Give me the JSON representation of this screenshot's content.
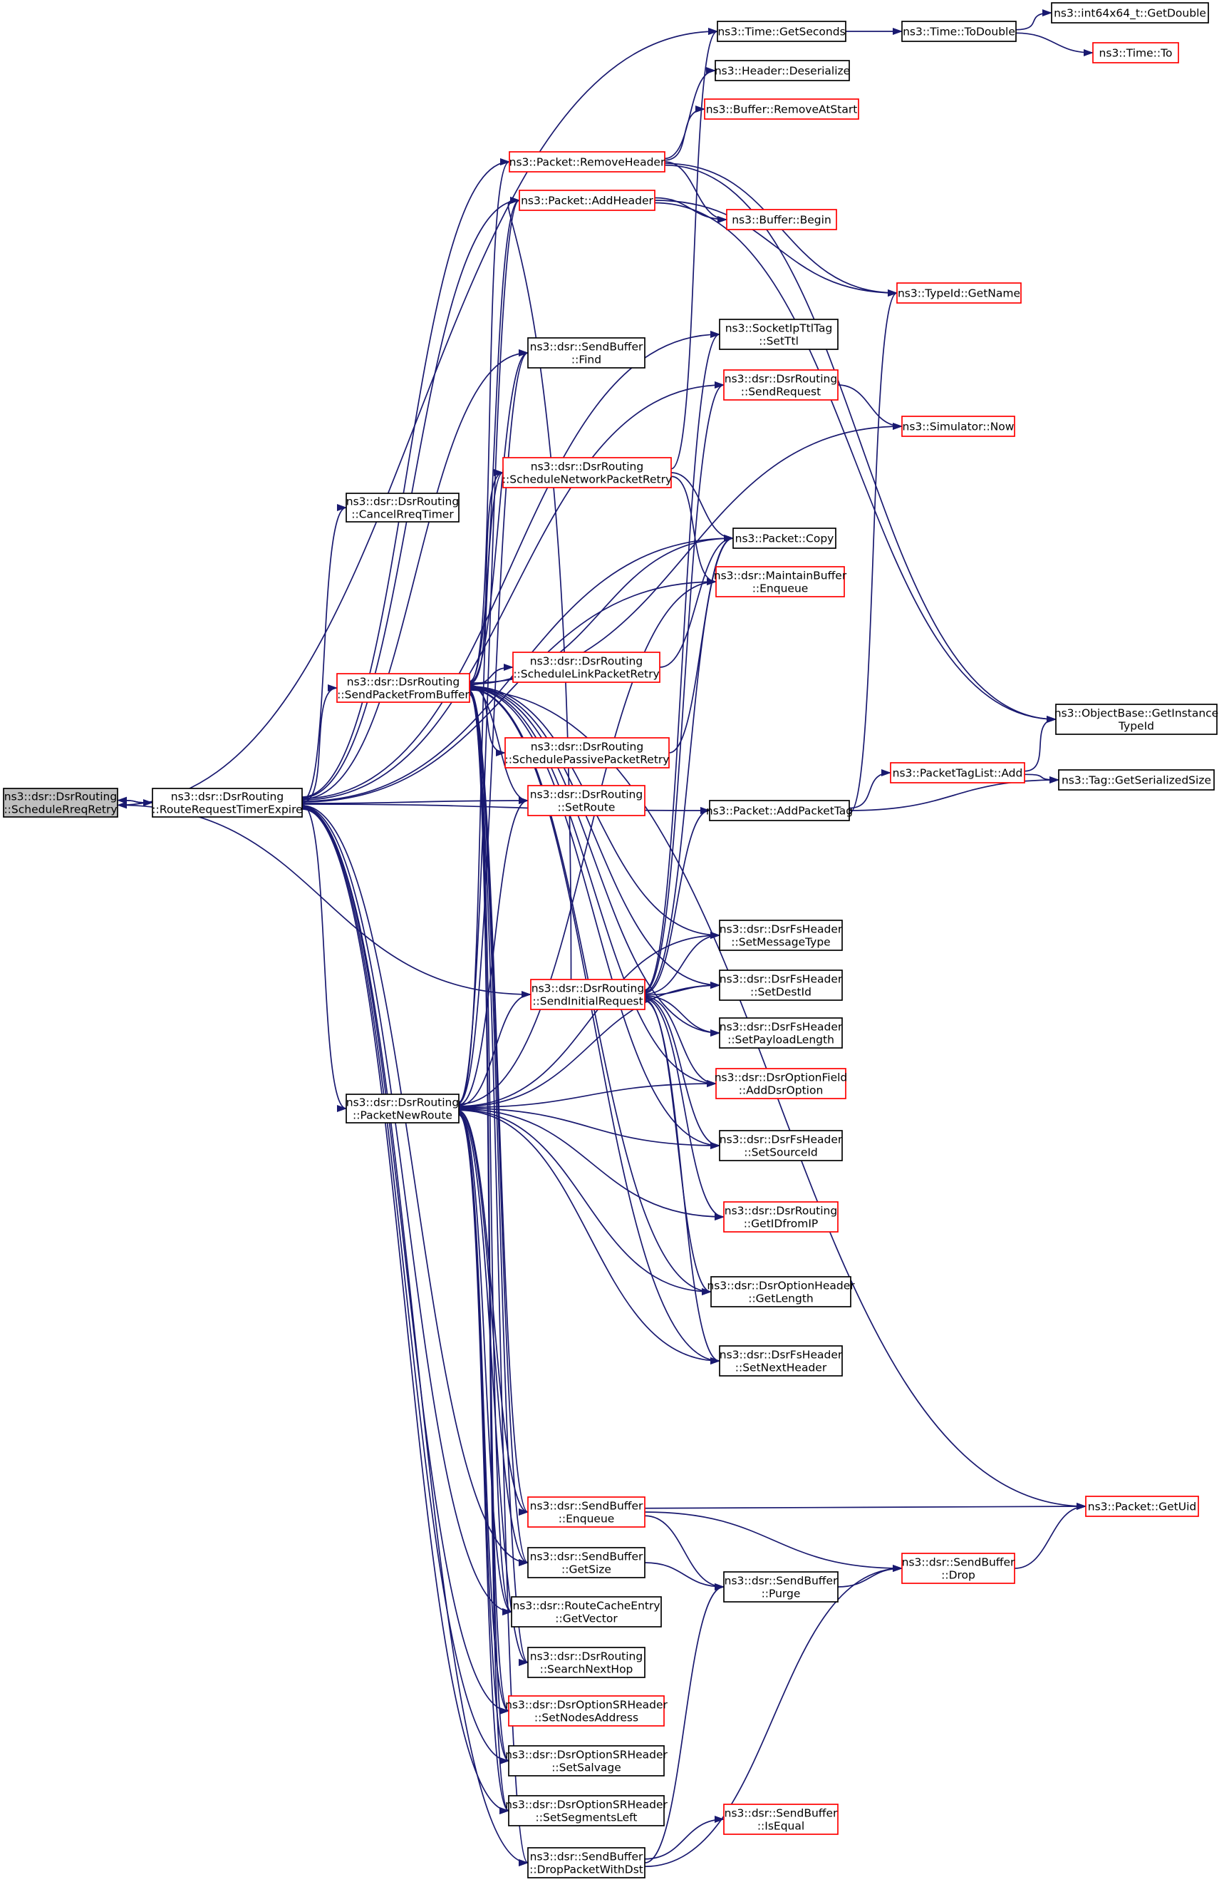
{
  "colors": {
    "edge": "#191970",
    "node_border_default": "#000000",
    "node_border_truncated": "#ff0000",
    "node_fill_default": "#ffffff",
    "node_fill_focus": "#bfbfbf"
  },
  "nodes": [
    {
      "id": "ScheduleRreqRetry",
      "lines": [
        "ns3::dsr::DsrRouting",
        "::ScheduleRreqRetry"
      ],
      "style": "focus"
    },
    {
      "id": "RouteRequestTimerExpire",
      "lines": [
        "ns3::dsr::DsrRouting",
        "::RouteRequestTimerExpire"
      ],
      "style": "normal"
    },
    {
      "id": "SendPacketFromBuffer",
      "lines": [
        "ns3::dsr::DsrRouting",
        "::SendPacketFromBuffer"
      ],
      "style": "red"
    },
    {
      "id": "PacketNewRoute",
      "lines": [
        "ns3::dsr::DsrRouting",
        "::PacketNewRoute"
      ],
      "style": "normal"
    },
    {
      "id": "CancelRreqTimer",
      "lines": [
        "ns3::dsr::DsrRouting",
        "::CancelRreqTimer"
      ],
      "style": "normal"
    },
    {
      "id": "TimeGetSeconds",
      "lines": [
        "ns3::Time::GetSeconds"
      ],
      "style": "normal"
    },
    {
      "id": "TimeToDouble",
      "lines": [
        "ns3::Time::ToDouble"
      ],
      "style": "normal"
    },
    {
      "id": "Int64GetDouble",
      "lines": [
        "ns3::int64x64_t::GetDouble"
      ],
      "style": "normal"
    },
    {
      "id": "TimeTo",
      "lines": [
        "ns3::Time::To"
      ],
      "style": "red"
    },
    {
      "id": "HeaderDeserialize",
      "lines": [
        "ns3::Header::Deserialize"
      ],
      "style": "normal"
    },
    {
      "id": "BufferRemoveAtStart",
      "lines": [
        "ns3::Buffer::RemoveAtStart"
      ],
      "style": "red"
    },
    {
      "id": "PacketRemoveHeader",
      "lines": [
        "ns3::Packet::RemoveHeader"
      ],
      "style": "red"
    },
    {
      "id": "PacketAddHeader",
      "lines": [
        "ns3::Packet::AddHeader"
      ],
      "style": "red"
    },
    {
      "id": "BufferBegin",
      "lines": [
        "ns3::Buffer::Begin"
      ],
      "style": "red"
    },
    {
      "id": "TypeIdGetName",
      "lines": [
        "ns3::TypeId::GetName"
      ],
      "style": "red"
    },
    {
      "id": "SocketIpTtlTagSetTtl",
      "lines": [
        "ns3::SocketIpTtlTag",
        "::SetTtl"
      ],
      "style": "normal"
    },
    {
      "id": "SendBufferFind",
      "lines": [
        "ns3::dsr::SendBuffer",
        "::Find"
      ],
      "style": "normal"
    },
    {
      "id": "SendRequest",
      "lines": [
        "ns3::dsr::DsrRouting",
        "::SendRequest"
      ],
      "style": "red"
    },
    {
      "id": "SimulatorNow",
      "lines": [
        "ns3::Simulator::Now"
      ],
      "style": "red"
    },
    {
      "id": "ScheduleNetworkPacketRetry",
      "lines": [
        "ns3::dsr::DsrRouting",
        "::ScheduleNetworkPacketRetry"
      ],
      "style": "red"
    },
    {
      "id": "PacketCopy",
      "lines": [
        "ns3::Packet::Copy"
      ],
      "style": "normal"
    },
    {
      "id": "MaintainBufferEnqueue",
      "lines": [
        "ns3::dsr::MaintainBuffer",
        "::Enqueue"
      ],
      "style": "red"
    },
    {
      "id": "ScheduleLinkPacketRetry",
      "lines": [
        "ns3::dsr::DsrRouting",
        "::ScheduleLinkPacketRetry"
      ],
      "style": "red"
    },
    {
      "id": "ObjectBaseGetInstanceTypeId",
      "lines": [
        "ns3::ObjectBase::GetInstance",
        "TypeId"
      ],
      "style": "normal"
    },
    {
      "id": "SchedulePassivePacketRetry",
      "lines": [
        "ns3::dsr::DsrRouting",
        "::SchedulePassivePacketRetry"
      ],
      "style": "red"
    },
    {
      "id": "PacketTagListAdd",
      "lines": [
        "ns3::PacketTagList::Add"
      ],
      "style": "red"
    },
    {
      "id": "TagGetSerializedSize",
      "lines": [
        "ns3::Tag::GetSerializedSize"
      ],
      "style": "normal"
    },
    {
      "id": "SetRoute",
      "lines": [
        "ns3::dsr::DsrRouting",
        "::SetRoute"
      ],
      "style": "red"
    },
    {
      "id": "PacketAddPacketTag",
      "lines": [
        "ns3::Packet::AddPacketTag"
      ],
      "style": "normal"
    },
    {
      "id": "SetMessageType",
      "lines": [
        "ns3::dsr::DsrFsHeader",
        "::SetMessageType"
      ],
      "style": "normal"
    },
    {
      "id": "SendInitialRequest",
      "lines": [
        "ns3::dsr::DsrRouting",
        "::SendInitialRequest"
      ],
      "style": "red"
    },
    {
      "id": "SetDestId",
      "lines": [
        "ns3::dsr::DsrFsHeader",
        "::SetDestId"
      ],
      "style": "normal"
    },
    {
      "id": "SetPayloadLength",
      "lines": [
        "ns3::dsr::DsrFsHeader",
        "::SetPayloadLength"
      ],
      "style": "normal"
    },
    {
      "id": "AddDsrOption",
      "lines": [
        "ns3::dsr::DsrOptionField",
        "::AddDsrOption"
      ],
      "style": "red"
    },
    {
      "id": "SetSourceId",
      "lines": [
        "ns3::dsr::DsrFsHeader",
        "::SetSourceId"
      ],
      "style": "normal"
    },
    {
      "id": "GetIDfromIP",
      "lines": [
        "ns3::dsr::DsrRouting",
        "::GetIDfromIP"
      ],
      "style": "red"
    },
    {
      "id": "DsrOptionHeaderGetLength",
      "lines": [
        "ns3::dsr::DsrOptionHeader",
        "::GetLength"
      ],
      "style": "normal"
    },
    {
      "id": "SetNextHeader",
      "lines": [
        "ns3::dsr::DsrFsHeader",
        "::SetNextHeader"
      ],
      "style": "normal"
    },
    {
      "id": "SendBufferEnqueue",
      "lines": [
        "ns3::dsr::SendBuffer",
        "::Enqueue"
      ],
      "style": "red"
    },
    {
      "id": "PacketGetUid",
      "lines": [
        "ns3::Packet::GetUid"
      ],
      "style": "red"
    },
    {
      "id": "SendBufferGetSize",
      "lines": [
        "ns3::dsr::SendBuffer",
        "::GetSize"
      ],
      "style": "normal"
    },
    {
      "id": "SendBufferDrop",
      "lines": [
        "ns3::dsr::SendBuffer",
        "::Drop"
      ],
      "style": "red"
    },
    {
      "id": "SendBufferPurge",
      "lines": [
        "ns3::dsr::SendBuffer",
        "::Purge"
      ],
      "style": "normal"
    },
    {
      "id": "RouteCacheEntryGetVector",
      "lines": [
        "ns3::dsr::RouteCacheEntry",
        "::GetVector"
      ],
      "style": "normal"
    },
    {
      "id": "SearchNextHop",
      "lines": [
        "ns3::dsr::DsrRouting",
        "::SearchNextHop"
      ],
      "style": "normal"
    },
    {
      "id": "SetNodesAddress",
      "lines": [
        "ns3::dsr::DsrOptionSRHeader",
        "::SetNodesAddress"
      ],
      "style": "red"
    },
    {
      "id": "SetSalvage",
      "lines": [
        "ns3::dsr::DsrOptionSRHeader",
        "::SetSalvage"
      ],
      "style": "normal"
    },
    {
      "id": "SetSegmentsLeft",
      "lines": [
        "ns3::dsr::DsrOptionSRHeader",
        "::SetSegmentsLeft"
      ],
      "style": "normal"
    },
    {
      "id": "SendBufferIsEqual",
      "lines": [
        "ns3::dsr::SendBuffer",
        "::IsEqual"
      ],
      "style": "red"
    },
    {
      "id": "DropPacketWithDst",
      "lines": [
        "ns3::dsr::SendBuffer",
        "::DropPacketWithDst"
      ],
      "style": "normal"
    }
  ],
  "edges": [
    [
      "RouteRequestTimerExpire",
      "ScheduleRreqRetry"
    ],
    [
      "SendInitialRequest",
      "ScheduleRreqRetry"
    ],
    [
      "ScheduleRreqRetry",
      "RouteRequestTimerExpire"
    ],
    [
      "ScheduleRreqRetry",
      "TimeGetSeconds"
    ],
    [
      "TimeGetSeconds",
      "TimeToDouble"
    ],
    [
      "TimeToDouble",
      "Int64GetDouble"
    ],
    [
      "TimeToDouble",
      "TimeTo"
    ],
    [
      "RouteRequestTimerExpire",
      "PacketRemoveHeader"
    ],
    [
      "RouteRequestTimerExpire",
      "PacketAddHeader"
    ],
    [
      "RouteRequestTimerExpire",
      "SocketIpTtlTagSetTtl"
    ],
    [
      "RouteRequestTimerExpire",
      "SendBufferFind"
    ],
    [
      "RouteRequestTimerExpire",
      "SendRequest"
    ],
    [
      "RouteRequestTimerExpire",
      "CancelRreqTimer"
    ],
    [
      "RouteRequestTimerExpire",
      "PacketCopy"
    ],
    [
      "RouteRequestTimerExpire",
      "MaintainBufferEnqueue"
    ],
    [
      "RouteRequestTimerExpire",
      "SendPacketFromBuffer"
    ],
    [
      "RouteRequestTimerExpire",
      "SetRoute"
    ],
    [
      "RouteRequestTimerExpire",
      "PacketAddPacketTag"
    ],
    [
      "RouteRequestTimerExpire",
      "PacketNewRoute"
    ],
    [
      "RouteRequestTimerExpire",
      "SendBufferGetSize"
    ],
    [
      "RouteRequestTimerExpire",
      "RouteCacheEntryGetVector"
    ],
    [
      "RouteRequestTimerExpire",
      "SetNodesAddress"
    ],
    [
      "RouteRequestTimerExpire",
      "SetSalvage"
    ],
    [
      "RouteRequestTimerExpire",
      "SetSegmentsLeft"
    ],
    [
      "RouteRequestTimerExpire",
      "DropPacketWithDst"
    ],
    [
      "PacketRemoveHeader",
      "HeaderDeserialize"
    ],
    [
      "PacketRemoveHeader",
      "BufferRemoveAtStart"
    ],
    [
      "PacketRemoveHeader",
      "BufferBegin"
    ],
    [
      "PacketRemoveHeader",
      "TypeIdGetName"
    ],
    [
      "PacketRemoveHeader",
      "ObjectBaseGetInstanceTypeId"
    ],
    [
      "PacketAddHeader",
      "BufferBegin"
    ],
    [
      "PacketAddHeader",
      "TypeIdGetName"
    ],
    [
      "PacketAddHeader",
      "ObjectBaseGetInstanceTypeId"
    ],
    [
      "SendRequest",
      "SimulatorNow"
    ],
    [
      "ScheduleNetworkPacketRetry",
      "TimeGetSeconds"
    ],
    [
      "ScheduleNetworkPacketRetry",
      "PacketCopy"
    ],
    [
      "ScheduleNetworkPacketRetry",
      "MaintainBufferEnqueue"
    ],
    [
      "ScheduleLinkPacketRetry",
      "PacketCopy"
    ],
    [
      "SchedulePassivePacketRetry",
      "PacketCopy"
    ],
    [
      "PacketAddPacketTag",
      "PacketTagListAdd"
    ],
    [
      "PacketAddPacketTag",
      "TagGetSerializedSize"
    ],
    [
      "PacketAddPacketTag",
      "TypeIdGetName"
    ],
    [
      "PacketTagListAdd",
      "ObjectBaseGetInstanceTypeId"
    ],
    [
      "PacketTagListAdd",
      "TagGetSerializedSize"
    ],
    [
      "SendPacketFromBuffer",
      "PacketAddHeader"
    ],
    [
      "SendPacketFromBuffer",
      "PacketRemoveHeader"
    ],
    [
      "SendPacketFromBuffer",
      "SendBufferFind"
    ],
    [
      "SendPacketFromBuffer",
      "SimulatorNow"
    ],
    [
      "SendPacketFromBuffer",
      "ScheduleNetworkPacketRetry"
    ],
    [
      "SendPacketFromBuffer",
      "PacketCopy"
    ],
    [
      "SendPacketFromBuffer",
      "ScheduleLinkPacketRetry"
    ],
    [
      "SendPacketFromBuffer",
      "SchedulePassivePacketRetry"
    ],
    [
      "SendPacketFromBuffer",
      "SetRoute"
    ],
    [
      "SendPacketFromBuffer",
      "SetMessageType"
    ],
    [
      "SendPacketFromBuffer",
      "SetDestId"
    ],
    [
      "SendPacketFromBuffer",
      "SetPayloadLength"
    ],
    [
      "SendPacketFromBuffer",
      "AddDsrOption"
    ],
    [
      "SendPacketFromBuffer",
      "SetSourceId"
    ],
    [
      "SendPacketFromBuffer",
      "DsrOptionHeaderGetLength"
    ],
    [
      "SendPacketFromBuffer",
      "SetNextHeader"
    ],
    [
      "SendPacketFromBuffer",
      "PacketGetUid"
    ],
    [
      "SendPacketFromBuffer",
      "SendBufferEnqueue"
    ],
    [
      "SendPacketFromBuffer",
      "SendBufferGetSize"
    ],
    [
      "SendPacketFromBuffer",
      "RouteCacheEntryGetVector"
    ],
    [
      "SendPacketFromBuffer",
      "SearchNextHop"
    ],
    [
      "SendPacketFromBuffer",
      "SetNodesAddress"
    ],
    [
      "SendPacketFromBuffer",
      "SetSalvage"
    ],
    [
      "SendPacketFromBuffer",
      "SetSegmentsLeft"
    ],
    [
      "SendPacketFromBuffer",
      "DropPacketWithDst"
    ],
    [
      "SendInitialRequest",
      "PacketAddHeader"
    ],
    [
      "SendInitialRequest",
      "SocketIpTtlTagSetTtl"
    ],
    [
      "SendInitialRequest",
      "SendRequest"
    ],
    [
      "SendInitialRequest",
      "PacketCopy"
    ],
    [
      "SendInitialRequest",
      "PacketAddPacketTag"
    ],
    [
      "SendInitialRequest",
      "SetMessageType"
    ],
    [
      "SendInitialRequest",
      "SetDestId"
    ],
    [
      "SendInitialRequest",
      "SetPayloadLength"
    ],
    [
      "SendInitialRequest",
      "AddDsrOption"
    ],
    [
      "SendInitialRequest",
      "SetSourceId"
    ],
    [
      "SendInitialRequest",
      "GetIDfromIP"
    ],
    [
      "SendInitialRequest",
      "DsrOptionHeaderGetLength"
    ],
    [
      "SendInitialRequest",
      "SetNextHeader"
    ],
    [
      "PacketNewRoute",
      "PacketAddHeader"
    ],
    [
      "PacketNewRoute",
      "SendBufferFind"
    ],
    [
      "PacketNewRoute",
      "ScheduleNetworkPacketRetry"
    ],
    [
      "PacketNewRoute",
      "MaintainBufferEnqueue"
    ],
    [
      "PacketNewRoute",
      "SetRoute"
    ],
    [
      "PacketNewRoute",
      "SendInitialRequest"
    ],
    [
      "PacketNewRoute",
      "SetMessageType"
    ],
    [
      "PacketNewRoute",
      "SetDestId"
    ],
    [
      "PacketNewRoute",
      "AddDsrOption"
    ],
    [
      "PacketNewRoute",
      "SetSourceId"
    ],
    [
      "PacketNewRoute",
      "GetIDfromIP"
    ],
    [
      "PacketNewRoute",
      "DsrOptionHeaderGetLength"
    ],
    [
      "PacketNewRoute",
      "SetNextHeader"
    ],
    [
      "PacketNewRoute",
      "SendBufferEnqueue"
    ],
    [
      "PacketNewRoute",
      "SendBufferGetSize"
    ],
    [
      "PacketNewRoute",
      "RouteCacheEntryGetVector"
    ],
    [
      "PacketNewRoute",
      "SearchNextHop"
    ],
    [
      "PacketNewRoute",
      "SetNodesAddress"
    ],
    [
      "PacketNewRoute",
      "SetSalvage"
    ],
    [
      "PacketNewRoute",
      "SetSegmentsLeft"
    ],
    [
      "SendBufferEnqueue",
      "PacketGetUid"
    ],
    [
      "SendBufferEnqueue",
      "SendBufferDrop"
    ],
    [
      "SendBufferEnqueue",
      "SendBufferPurge"
    ],
    [
      "SendBufferGetSize",
      "SendBufferPurge"
    ],
    [
      "SendBufferPurge",
      "SendBufferDrop"
    ],
    [
      "SendBufferDrop",
      "PacketGetUid"
    ],
    [
      "DropPacketWithDst",
      "SendBufferIsEqual"
    ],
    [
      "DropPacketWithDst",
      "SendBufferPurge"
    ],
    [
      "DropPacketWithDst",
      "SendBufferDrop"
    ]
  ]
}
